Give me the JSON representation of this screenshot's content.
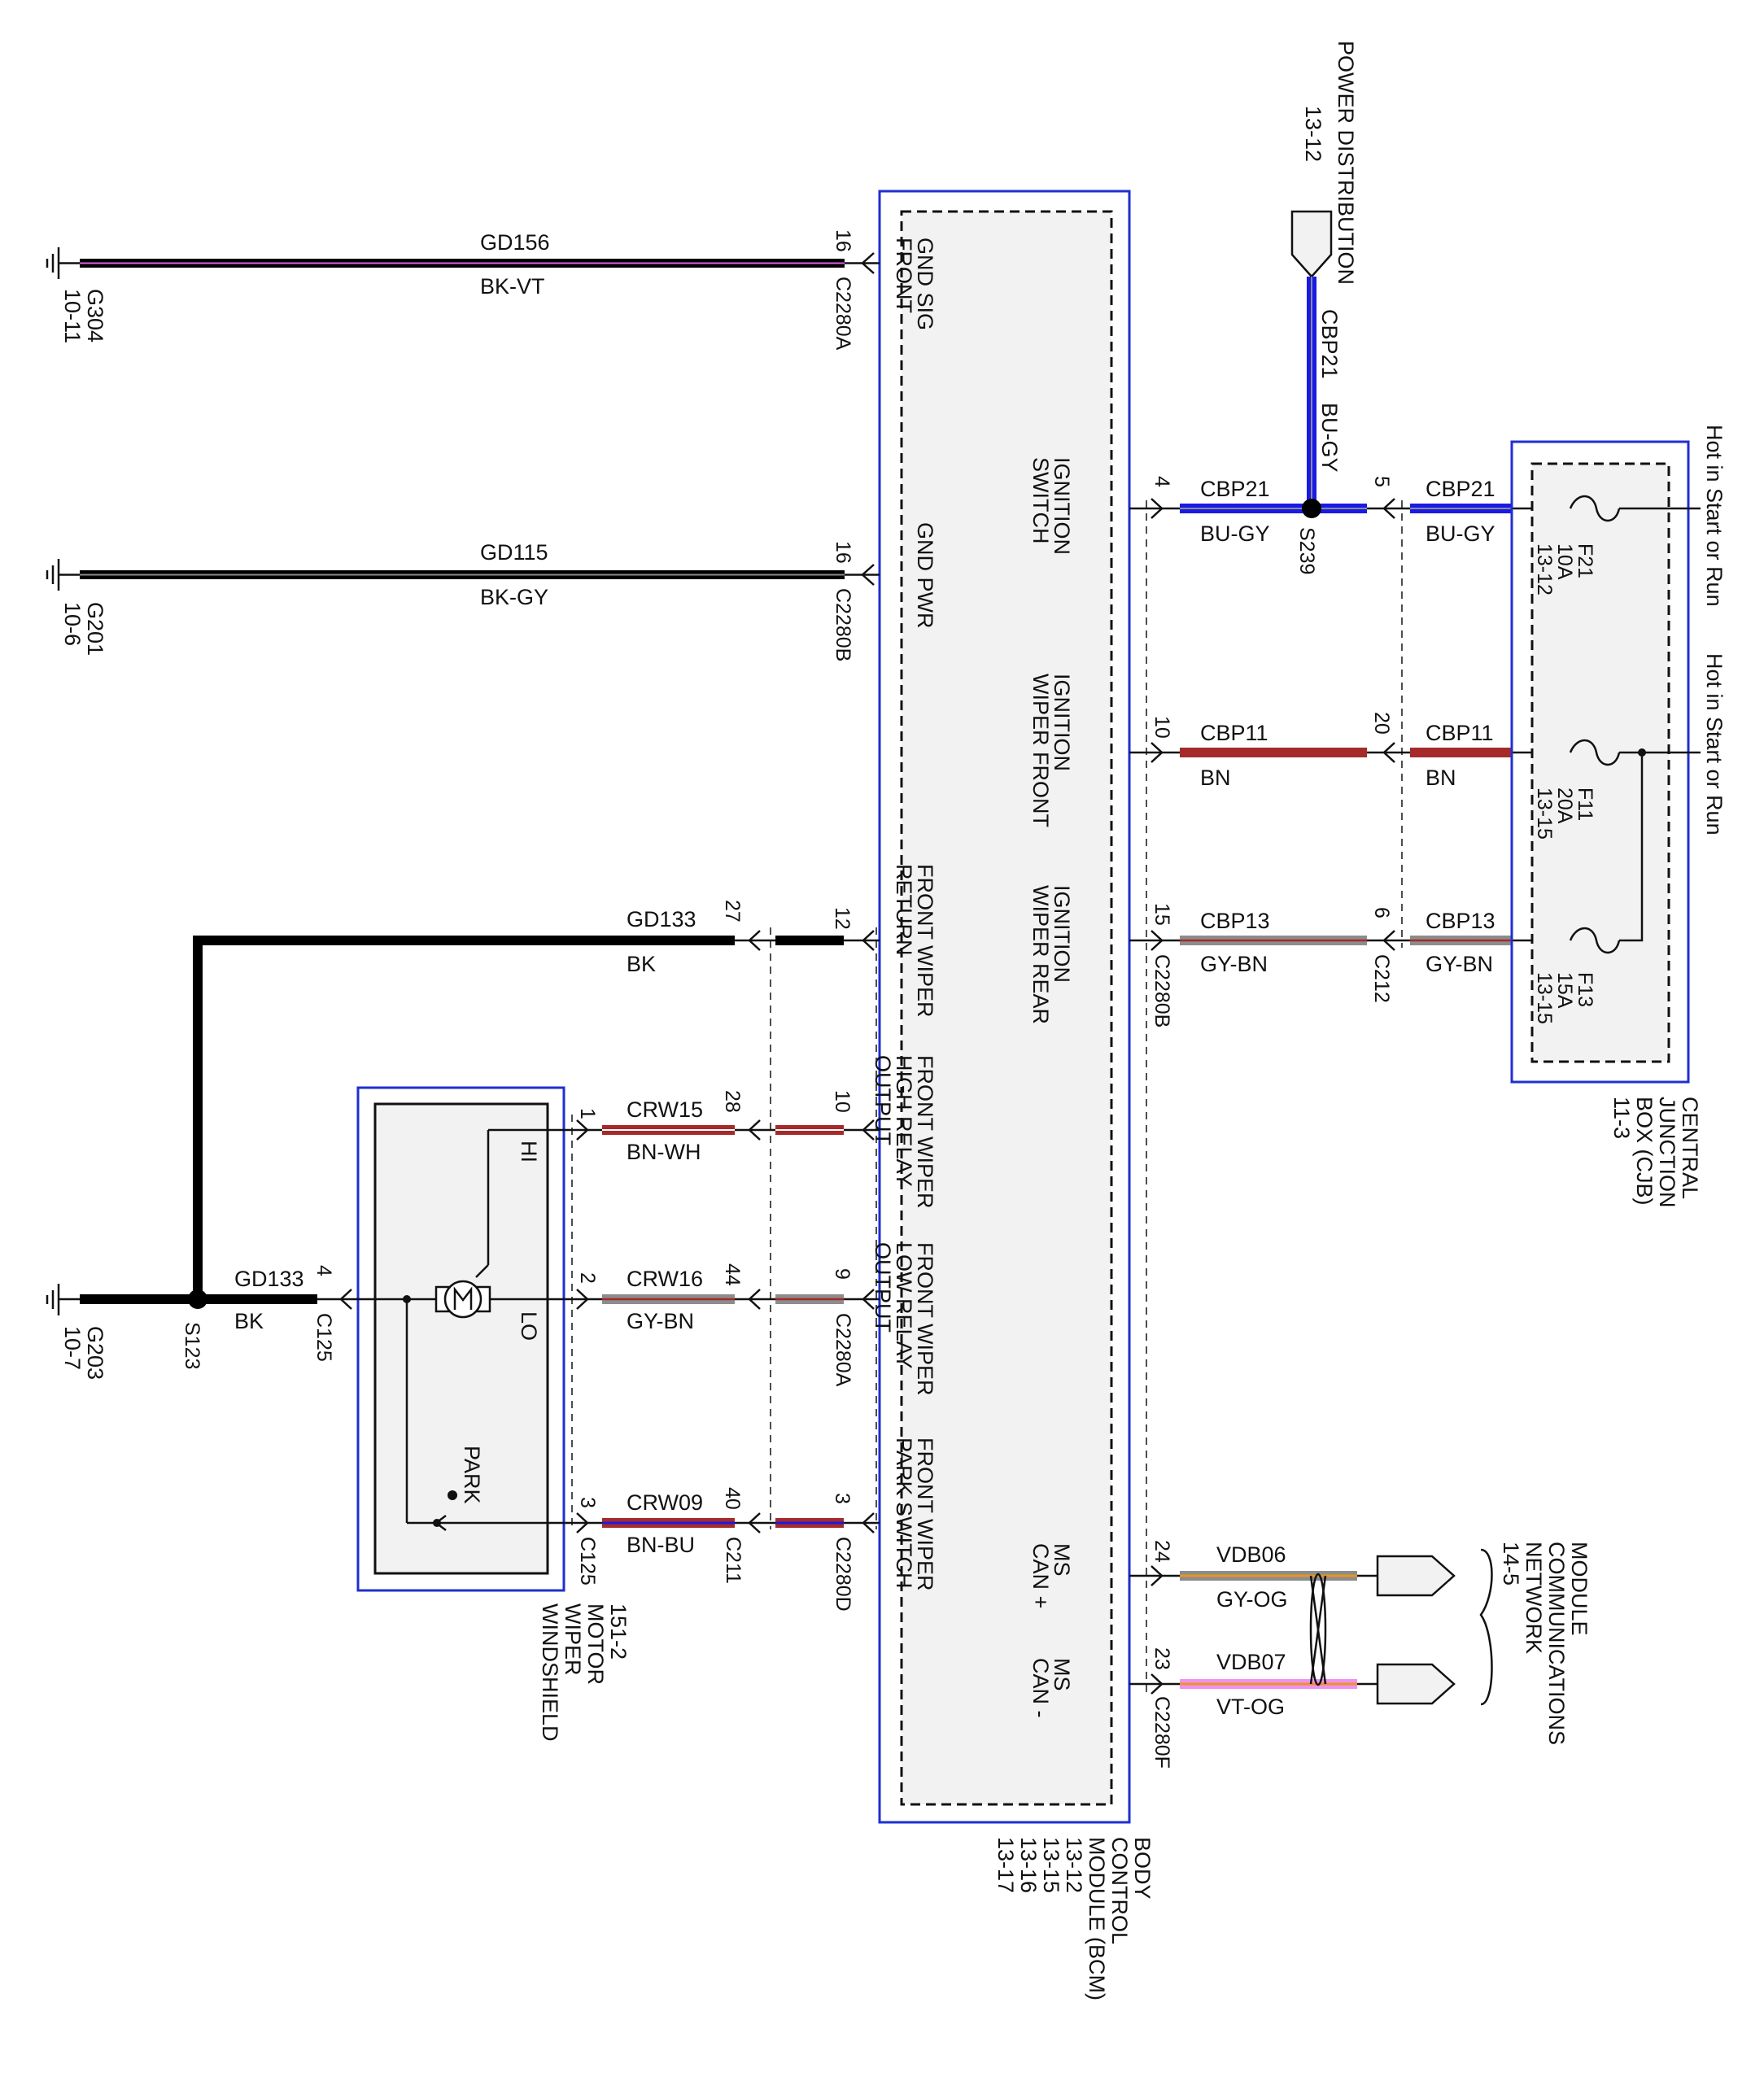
{
  "modules": {
    "bcm": {
      "name": [
        "BODY",
        "CONTROL",
        "MODULE (BCM)"
      ],
      "refs": [
        "13-12",
        "13-15",
        "13-16",
        "13-17"
      ],
      "pins": {
        "gnd_sig_front": [
          "GND SIG",
          "FRONT"
        ],
        "gnd_pwr": "GND PWR",
        "front_wiper_return": [
          "FRONT WIPER",
          "RETURN"
        ],
        "front_wiper_high_relay_output": [
          "FRONT WIPER",
          "HIGH RELAY",
          "OUTPUT"
        ],
        "front_wiper_low_relay_output": [
          "FRONT WIPER",
          "LOW RELAY",
          "OUTPUT"
        ],
        "front_wiper_park_switch": [
          "FRONT WIPER",
          "PARK SWITCH"
        ],
        "ignition_switch": [
          "IGNITION",
          "SWITCH"
        ],
        "ignition_wiper_front": [
          "IGNITION",
          "WIPER FRONT"
        ],
        "ignition_wiper_rear": [
          "IGNITION",
          "WIPER REAR"
        ],
        "ms_can_plus": [
          "MS",
          "CAN +"
        ],
        "ms_can_minus": [
          "MS",
          "CAN -"
        ]
      }
    },
    "cjb": {
      "name": [
        "CENTRAL",
        "JUNCTION",
        "BOX (CJB)"
      ],
      "ref": "11-3",
      "hot_labels": [
        "Hot in Start or Run",
        "Hot in Start or Run"
      ],
      "fuses": [
        {
          "id": "F21",
          "rating": "10A",
          "ref": "13-12"
        },
        {
          "id": "F11",
          "rating": "20A",
          "ref": "13-15"
        },
        {
          "id": "F13",
          "rating": "15A",
          "ref": "13-15"
        }
      ]
    },
    "wiper_motor": {
      "name": [
        "WINDSHIELD",
        "WIPER",
        "MOTOR"
      ],
      "ref": "151-2",
      "terminals": {
        "hi": "HI",
        "lo": "LO",
        "park": "PARK"
      }
    },
    "power_distribution": {
      "name": "POWER DISTRIBUTION",
      "ref": "13-12"
    },
    "mcn": {
      "name": [
        "MODULE",
        "COMMUNICATIONS",
        "NETWORK"
      ],
      "ref": "14-5"
    }
  },
  "wires": {
    "gd156": {
      "circuit": "GD156",
      "color": "BK-VT",
      "pin": "16",
      "connector": "C2280A",
      "ground": "G304",
      "ground_ref": "10-11"
    },
    "gd115": {
      "circuit": "GD115",
      "color": "BK-GY",
      "pin": "16",
      "connector": "C2280B",
      "ground": "G201",
      "ground_ref": "10-6"
    },
    "gd133_return": {
      "circuit": "GD133",
      "color": "BK",
      "pin_bcm": "12",
      "pin_inline": "27"
    },
    "gd133_motor": {
      "circuit": "GD133",
      "color": "BK",
      "pin": "4",
      "connector": "C125",
      "splice": "S123",
      "ground": "G203",
      "ground_ref": "10-7"
    },
    "crw15": {
      "circuit": "CRW15",
      "color": "BN-WH",
      "pin_bcm": "10",
      "pin_inline": "28",
      "pin_motor": "1"
    },
    "crw16": {
      "circuit": "CRW16",
      "color": "GY-BN",
      "pin_bcm": "9",
      "pin_inline": "44",
      "pin_motor": "2",
      "connector": "C2280A"
    },
    "crw09": {
      "circuit": "CRW09",
      "color": "BN-BU",
      "pin_bcm": "3",
      "pin_inline": "40",
      "pin_motor": "3",
      "conn_bcm": "C2280D",
      "conn_inline": "C211",
      "conn_motor": "C125"
    },
    "cbp21": {
      "circuit": "CBP21",
      "color": "BU-GY",
      "pin_bcm": "4",
      "pin_inline": "5",
      "splice": "S239"
    },
    "cbp11": {
      "circuit": "CBP11",
      "color": "BN",
      "pin_bcm": "10",
      "pin_inline": "20"
    },
    "cbp13": {
      "circuit": "CBP13",
      "color": "GY-BN",
      "pin_bcm": "15",
      "pin_inline": "6",
      "conn_bcm": "C2280B",
      "conn_inline": "C212"
    },
    "vdb06": {
      "circuit": "VDB06",
      "color": "GY-OG",
      "pin": "24"
    },
    "vdb07": {
      "circuit": "VDB07",
      "color": "VT-OG",
      "pin": "23",
      "connector": "C2280F"
    }
  },
  "colors": {
    "frame": "#1f2fd0",
    "black": "#000000",
    "violet": "#e060e0",
    "gray": "#8c8c8c",
    "brown": "#a52a2a",
    "blue": "#1a1ae6",
    "orange": "#e8961e",
    "pink": "#f090f0",
    "white": "#ffffff"
  }
}
